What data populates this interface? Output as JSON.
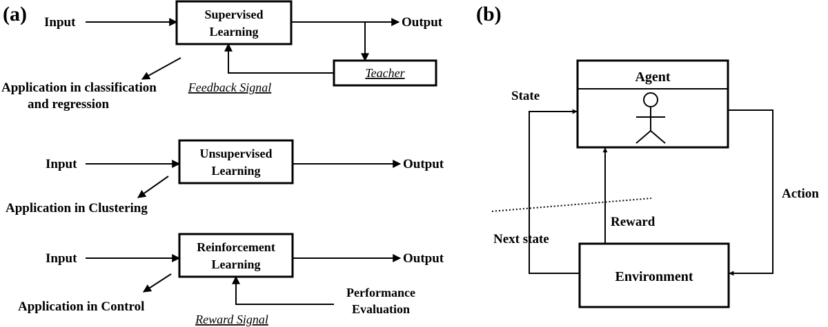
{
  "panel_a": {
    "label": "(a)",
    "supervised": {
      "input": "Input",
      "box_line1": "Supervised",
      "box_line2": "Learning",
      "output": "Output",
      "teacher": "Teacher",
      "feedback": "Feedback Signal",
      "application_line1": "Application in classification",
      "application_line2": "and regression"
    },
    "unsupervised": {
      "input": "Input",
      "box_line1": "Unsupervised",
      "box_line2": "Learning",
      "output": "Output",
      "application": "Application in Clustering"
    },
    "reinforcement": {
      "input": "Input",
      "box_line1": "Reinforcement",
      "box_line2": "Learning",
      "output": "Output",
      "performance_line1": "Performance",
      "performance_line2": "Evaluation",
      "reward_signal": "Reward Signal",
      "application": "Application in Control"
    }
  },
  "panel_b": {
    "label": "(b)",
    "agent": "Agent",
    "state": "State",
    "action": "Action",
    "reward": "Reward",
    "next_state": "Next state",
    "environment": "Environment"
  }
}
